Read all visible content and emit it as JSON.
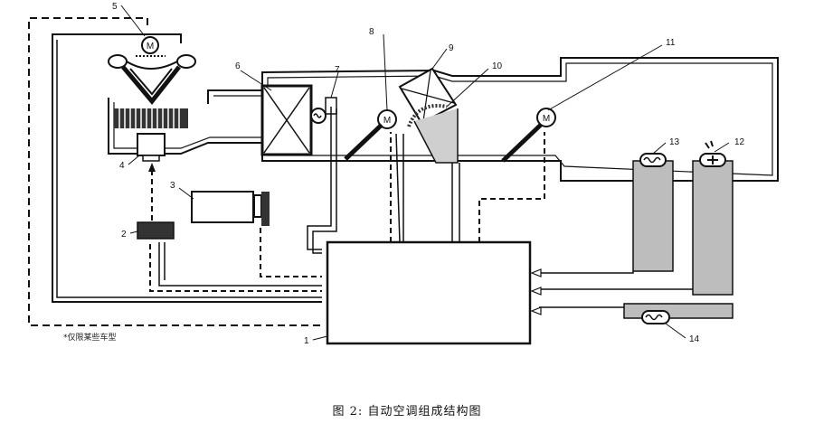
{
  "caption": "图 2: 自动空调组成结构图",
  "note": "*仅限某些车型",
  "callouts": {
    "c1": "1",
    "c2": "2",
    "c3": "3",
    "c4": "4",
    "c5": "5",
    "c6": "6",
    "c7": "7",
    "c8": "8",
    "c9": "9",
    "c10": "10",
    "c11": "11",
    "c12": "12",
    "c13": "13",
    "c14": "14"
  },
  "motor_symbol": "M",
  "icons": [
    "motor-icon",
    "fan-icon",
    "evaporator-icon",
    "sensor-icon",
    "sun-sensor-icon",
    "damper-icon"
  ]
}
